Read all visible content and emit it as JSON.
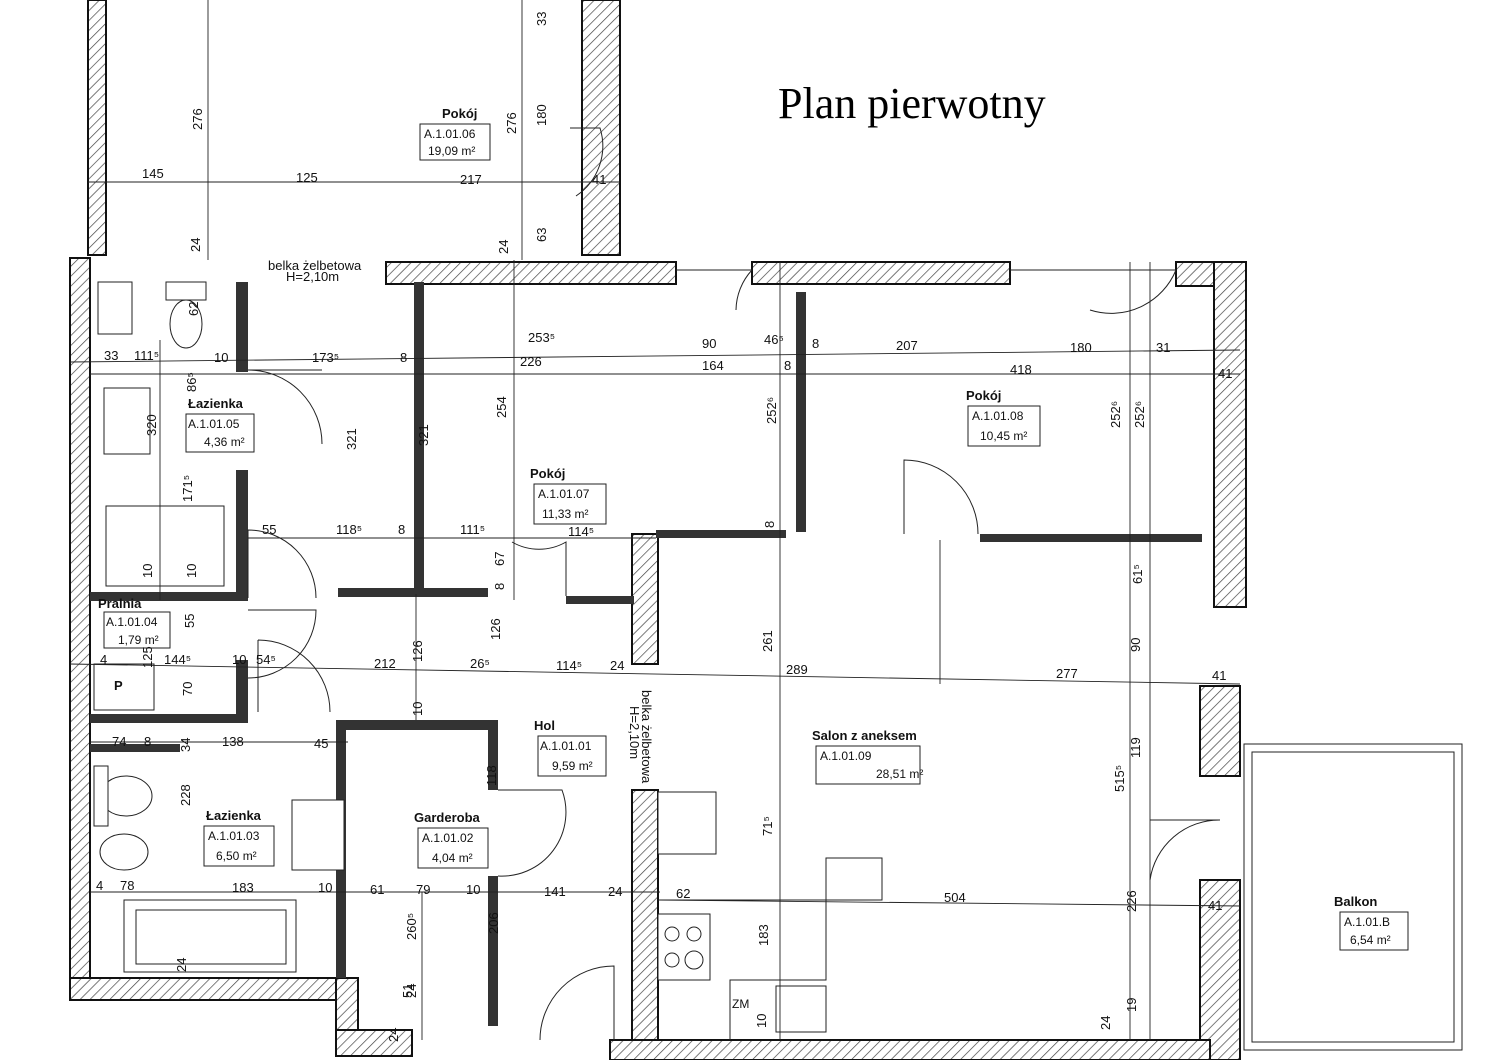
{
  "title": "Plan pierwotny",
  "beams": [
    {
      "text": "belka żelbetowa",
      "sub": "H=2,10m"
    },
    {
      "text": "belka żelbetowa",
      "sub": "H=2,10m"
    }
  ],
  "rooms": [
    {
      "name": "Pokój",
      "code": "A.1.01.06",
      "area": "19,09 m²"
    },
    {
      "name": "Łazienka",
      "code": "A.1.01.05",
      "area": "4,36 m²"
    },
    {
      "name": "Pokój",
      "code": "A.1.01.07",
      "area": "11,33 m²"
    },
    {
      "name": "Pokój",
      "code": "A.1.01.08",
      "area": "10,45 m²"
    },
    {
      "name": "Pralnia",
      "code": "A.1.01.04",
      "area": "1,79 m²"
    },
    {
      "name": "Hol",
      "code": "A.1.01.01",
      "area": "9,59 m²"
    },
    {
      "name": "Salon z aneksem",
      "code": "A.1.01.09",
      "area": "28,51 m²"
    },
    {
      "name": "Łazienka",
      "code": "A.1.01.03",
      "area": "6,50 m²"
    },
    {
      "name": "Garderoba",
      "code": "A.1.01.02",
      "area": "4,04 m²"
    },
    {
      "name": "Balkon",
      "code": "A.1.01.B",
      "area": "6,54 m²"
    }
  ],
  "labels": {
    "p": "P",
    "zm": "ZM"
  },
  "dims": [
    "145",
    "125",
    "217",
    "276",
    "276",
    "180",
    "33",
    "41",
    "63",
    "24",
    "24",
    "62",
    "33",
    "111⁵",
    "10",
    "173⁵",
    "8",
    "226",
    "253⁵",
    "90",
    "46⁵",
    "164",
    "8",
    "8",
    "207",
    "418",
    "180",
    "31",
    "41",
    "86⁵",
    "320",
    "321",
    "321",
    "254",
    "252⁶",
    "252⁶",
    "252⁶",
    "171⁵",
    "55",
    "118⁵",
    "8",
    "111⁵",
    "114⁵",
    "8",
    "67",
    "8",
    "10",
    "10",
    "61⁵",
    "55",
    "126",
    "126",
    "261",
    "90",
    "4",
    "125",
    "144⁵",
    "10",
    "54⁵",
    "212",
    "26⁵",
    "114⁵",
    "24",
    "289",
    "277",
    "41",
    "70",
    "74",
    "8",
    "34",
    "138",
    "45",
    "10",
    "515⁵",
    "119",
    "228",
    "71⁵",
    "4",
    "78",
    "183",
    "10",
    "61",
    "79",
    "10",
    "141",
    "24",
    "62",
    "504",
    "41",
    "226",
    "183",
    "260⁵",
    "206",
    "24",
    "24",
    "51",
    "24",
    "19",
    "24",
    "10",
    "118"
  ]
}
